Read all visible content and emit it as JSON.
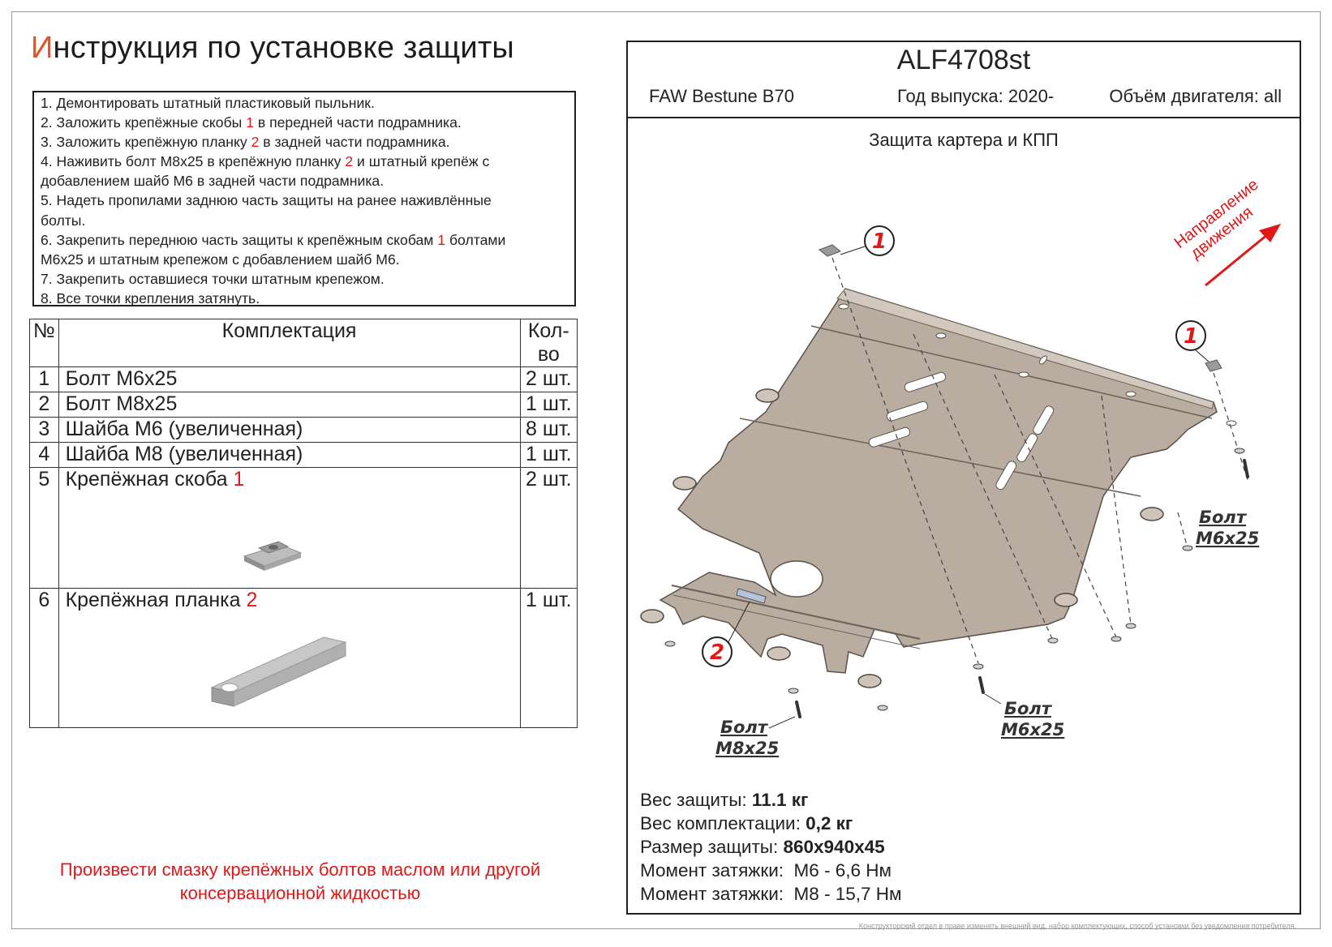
{
  "header": {
    "title_first_letter": "И",
    "title_rest": "нструкция по установке защиты"
  },
  "steps": [
    [
      {
        "t": "1. Демонтировать штатный пластиковый пыльник."
      }
    ],
    [
      {
        "t": "2. Заложить крепёжные скобы "
      },
      {
        "t": "1",
        "red": true
      },
      {
        "t": " в передней части подрамника."
      }
    ],
    [
      {
        "t": "3. Заложить крепёжную планку "
      },
      {
        "t": "2",
        "red": true
      },
      {
        "t": " в задней части подрамника."
      }
    ],
    [
      {
        "t": "4. Наживить болт М8х25 в крепёжную планку "
      },
      {
        "t": "2",
        "red": true
      },
      {
        "t": " и штатный крепёж с"
      }
    ],
    [
      {
        "t": "добавлением шайб М6 в задней части подрамника."
      }
    ],
    [
      {
        "t": "5. Надеть пропилами заднюю часть защиты на ранее наживлённые"
      }
    ],
    [
      {
        "t": "болты."
      }
    ],
    [
      {
        "t": "6. Закрепить переднюю часть защиты к крепёжным скобам "
      },
      {
        "t": "1",
        "red": true
      },
      {
        "t": " болтами"
      }
    ],
    [
      {
        "t": "М6х25 и штатным крепежом с добавлением шайб М6."
      }
    ],
    [
      {
        "t": "7. Закрепить оставшиеся точки штатным крепежом."
      }
    ],
    [
      {
        "t": "8. Все точки крепления затянуть."
      }
    ]
  ],
  "kit": {
    "headers": {
      "no": "№",
      "name": "Комплектация",
      "qty": "Кол-во"
    },
    "rows": [
      {
        "no": "1",
        "name": "Болт М6х25",
        "ref": "",
        "qty": "2 шт."
      },
      {
        "no": "2",
        "name": "Болт М8х25",
        "ref": "",
        "qty": "1 шт."
      },
      {
        "no": "3",
        "name": "Шайба М6 (увеличенная)",
        "ref": "",
        "qty": "8 шт."
      },
      {
        "no": "4",
        "name": "Шайба М8 (увеличенная)",
        "ref": "",
        "qty": "1 шт."
      },
      {
        "no": "5",
        "name": "Крепёжная скоба ",
        "ref": "1",
        "qty": "2 шт."
      },
      {
        "no": "6",
        "name": "Крепёжная планка ",
        "ref": "2",
        "qty": "1 шт."
      }
    ]
  },
  "note": {
    "line1": "Произвести смазку крепёжных болтов маслом или другой",
    "line2": "консервационной жидкостью"
  },
  "card": {
    "code": "ALF4708st",
    "model": "FAW Bestune B70",
    "year": "Год выпуска: 2020-",
    "engine": "Объём двигателя: all",
    "subtitle": "Защита картера и КПП"
  },
  "diagram": {
    "direction_line1": "Направление",
    "direction_line2": "движения",
    "callout_1": "1",
    "callout_2": "2",
    "bolt_word": "Болт",
    "m6": "М6х25",
    "m8": "М8х25"
  },
  "specs": {
    "weight_label": "Вес защиты: ",
    "weight_value": "11.1 кг",
    "kit_weight_label": "Вес комплектации: ",
    "kit_weight_value": "0,2 кг",
    "size_label": "Размер защиты: ",
    "size_value": "860х940х45",
    "torque_m6_label": "Момент затяжки:  ",
    "torque_m6_value": "М6 - 6,6 Нм",
    "torque_m8_label": "Момент затяжки:  ",
    "torque_m8_value": "М8 - 15,7 Нм"
  },
  "disclaimer": "Конструкторский отдел в праве изменять внешний вид, набор комплектующих, способ установки без уведомления потребителя."
}
